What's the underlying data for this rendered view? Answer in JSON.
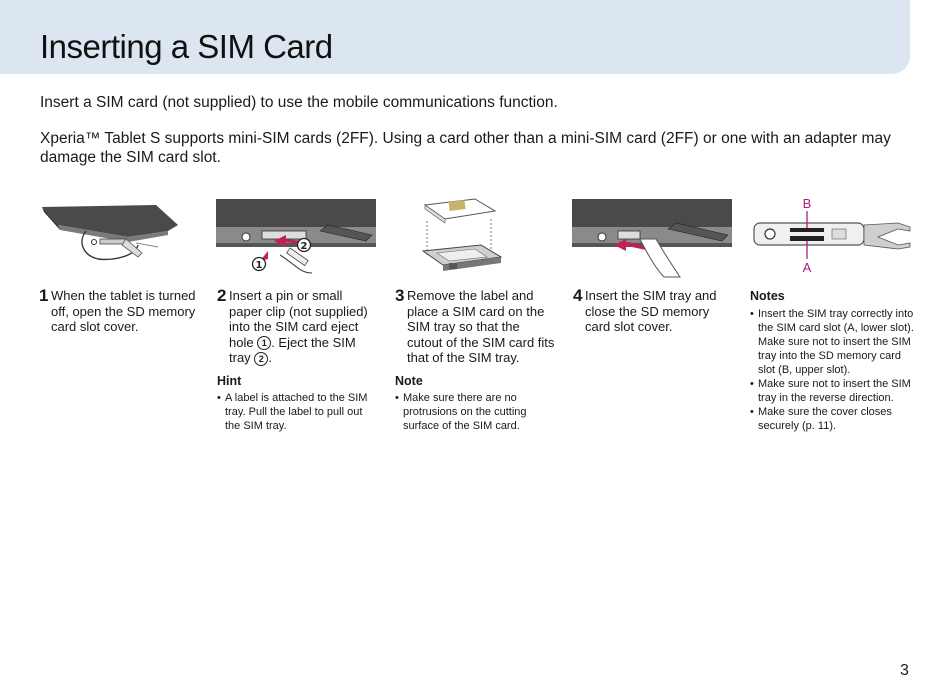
{
  "header": {
    "title": "Inserting a SIM Card"
  },
  "intro": {
    "line1": "Insert a SIM card (not supplied) to use the mobile communications function.",
    "line2": "Xperia™ Tablet S supports mini-SIM cards (2FF). Using a card other than a mini-SIM card (2FF) or one with an adapter may damage the SIM card slot."
  },
  "steps": [
    {
      "num": "1",
      "text": "When the tablet is turned off, open the SD memory card slot cover."
    },
    {
      "num": "2",
      "text_a": "Insert a pin or small paper clip (not supplied) into the SIM card eject hole ",
      "marker1": "1",
      "text_b": ". Eject the SIM tray ",
      "marker2": "2",
      "text_c": ".",
      "hint_heading": "Hint",
      "hint": "A label is attached to the SIM tray. Pull the label to pull out the SIM tray."
    },
    {
      "num": "3",
      "text": "Remove the label and place a SIM card on the SIM tray so that the cutout of the SIM card fits that of the SIM tray.",
      "note_heading": "Note",
      "note": "Make sure there are no protrusions on the cutting surface of the SIM card."
    },
    {
      "num": "4",
      "text": "Insert the SIM tray and close the SD memory card slot cover."
    }
  ],
  "notes": {
    "heading": "Notes",
    "items": [
      "Insert the SIM tray correctly into the SIM card slot (A, lower slot). Make sure not to insert the SIM tray into the SD memory card slot (B, upper slot).",
      "Make sure not to insert the SIM tray in the reverse direction.",
      "Make sure the cover closes securely (p. 11)."
    ]
  },
  "figures": {
    "fig2_markers": [
      "1",
      "2"
    ],
    "fig5_labels": [
      "B",
      "A"
    ],
    "label_color": "#b0207a"
  },
  "page_number": "3"
}
